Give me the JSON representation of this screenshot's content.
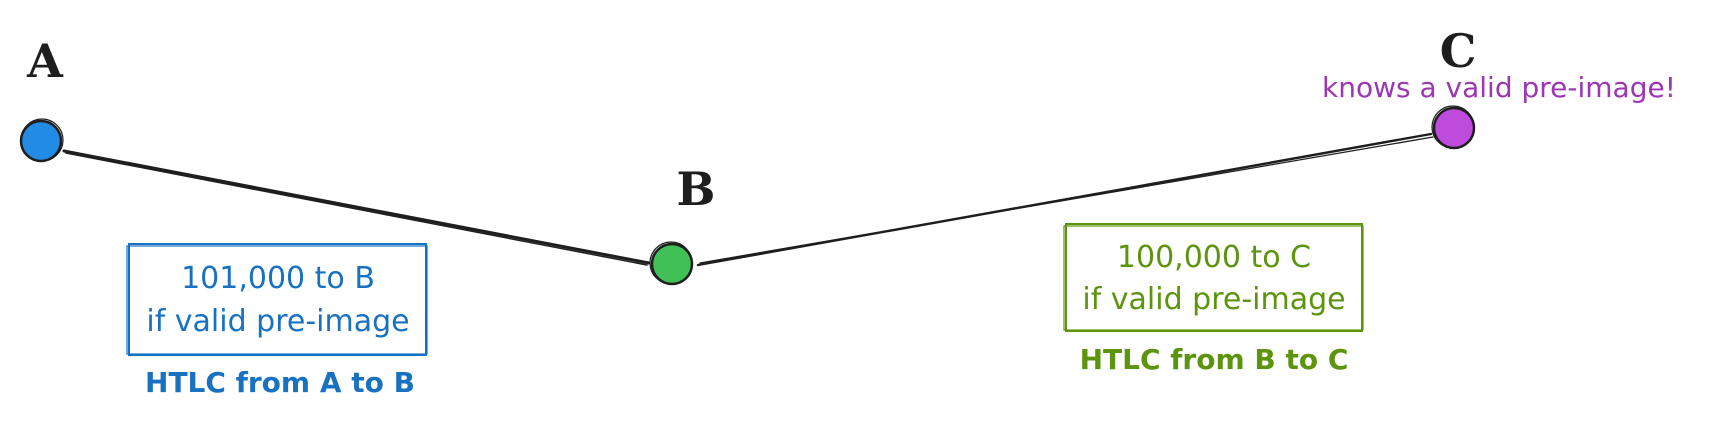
{
  "nodes": {
    "a": {
      "label": "A",
      "color": "#228be6"
    },
    "b": {
      "label": "B",
      "color": "#40c057"
    },
    "c": {
      "label": "C",
      "color": "#be4bdb",
      "note": "knows a valid pre-image!"
    }
  },
  "htlcs": {
    "a_to_b": {
      "amount_line": "101,000 to B",
      "condition_line": "if valid pre-image",
      "caption": "HTLC from A to B",
      "color": "#1971c2"
    },
    "b_to_c": {
      "amount_line": "100,000 to C",
      "condition_line": "if valid pre-image",
      "caption": "HTLC from B to C",
      "color": "#5c940d"
    }
  },
  "colors": {
    "edge": "#1e1e1e",
    "note": "#9c36b5"
  }
}
